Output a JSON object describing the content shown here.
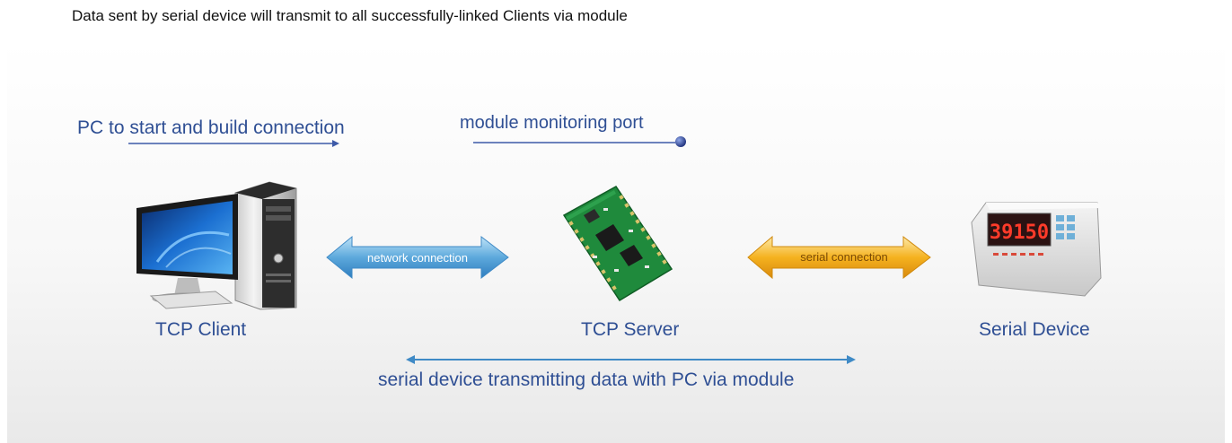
{
  "header": {
    "line": "Data sent by serial device will transmit to all successfully-linked Clients via module"
  },
  "annotations": {
    "pc_start": "PC to start and build connection",
    "monitor_port": "module monitoring port",
    "network": "network connection",
    "serial": "serial connection",
    "transmit": "serial device transmitting data with PC via module"
  },
  "nodes": {
    "client": "TCP Client",
    "server": "TCP Server",
    "device": "Serial Device"
  },
  "display": {
    "readout": "39150"
  },
  "colors": {
    "label_blue": "#2f4f94",
    "network_arrow": "#6fb7e4",
    "serial_arrow": "#f2b531",
    "pcb_green": "#1f8a3c"
  }
}
